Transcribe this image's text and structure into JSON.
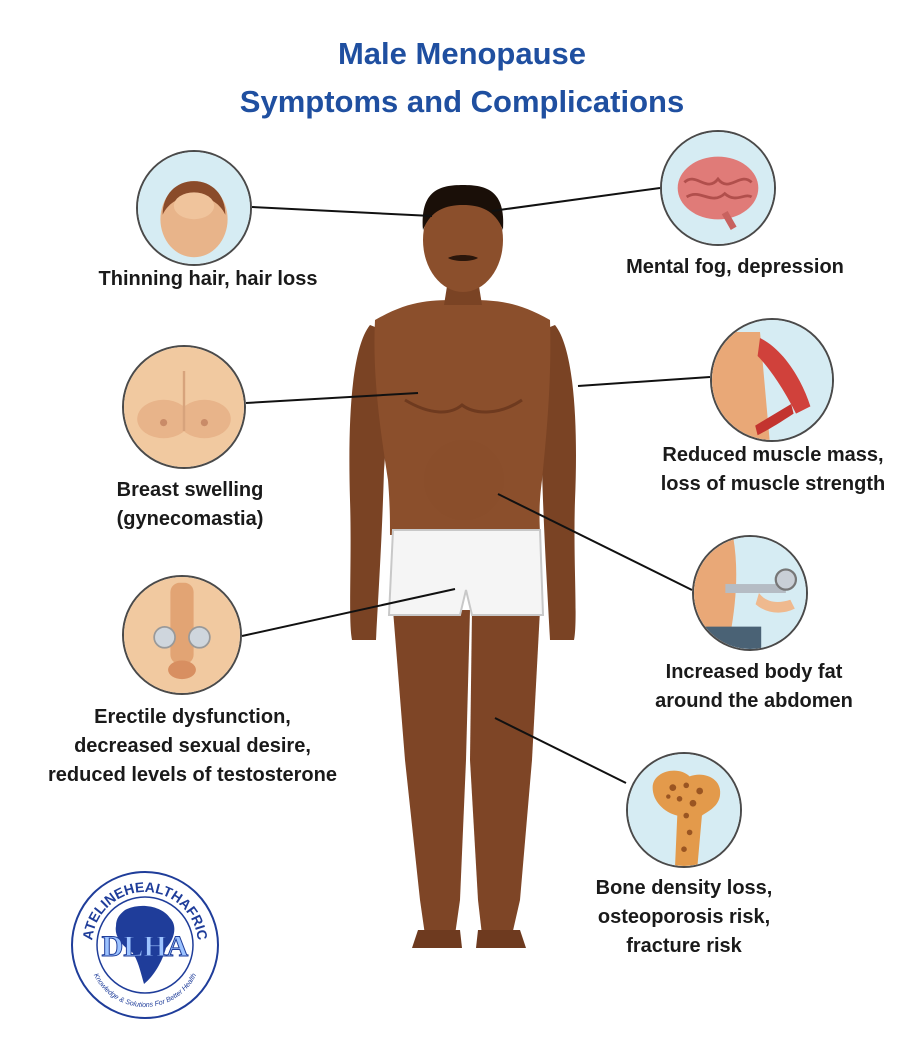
{
  "title": {
    "line1": "Male  Menopause",
    "line2": "Symptoms and Complications"
  },
  "symptoms": {
    "hair": {
      "lines": [
        "Thinning hair, hair loss"
      ],
      "icon": "bald-head-icon"
    },
    "mental": {
      "lines": [
        "Mental fog, depression"
      ],
      "icon": "brain-icon"
    },
    "breast": {
      "lines": [
        "Breast swelling",
        "(gynecomastia)"
      ],
      "icon": "chest-icon"
    },
    "muscle": {
      "lines": [
        "Reduced muscle mass,",
        "loss of muscle strength"
      ],
      "icon": "muscle-icon"
    },
    "fat": {
      "lines": [
        "Increased body fat",
        "around the abdomen"
      ],
      "icon": "caliper-icon"
    },
    "erectile": {
      "lines": [
        "Erectile dysfunction,",
        "decreased sexual desire,",
        "reduced levels of testosterone"
      ],
      "icon": "genitals-icon"
    },
    "bone": {
      "lines": [
        "Bone density loss,",
        "osteoporosis risk,",
        "fracture risk"
      ],
      "icon": "bone-icon"
    }
  },
  "logo": {
    "ring_text": "DATELINEHEALTHAFRICA",
    "monogram": "DLHA",
    "tagline": "Knowledge & Solutions For Better Health"
  },
  "colors": {
    "title": "#1f4fa0",
    "skin": "#8b4f2c",
    "skin_shadow": "#6e3a1f",
    "circle_bg": "#d6ecf3",
    "logo_blue": "#1f3d9a"
  }
}
